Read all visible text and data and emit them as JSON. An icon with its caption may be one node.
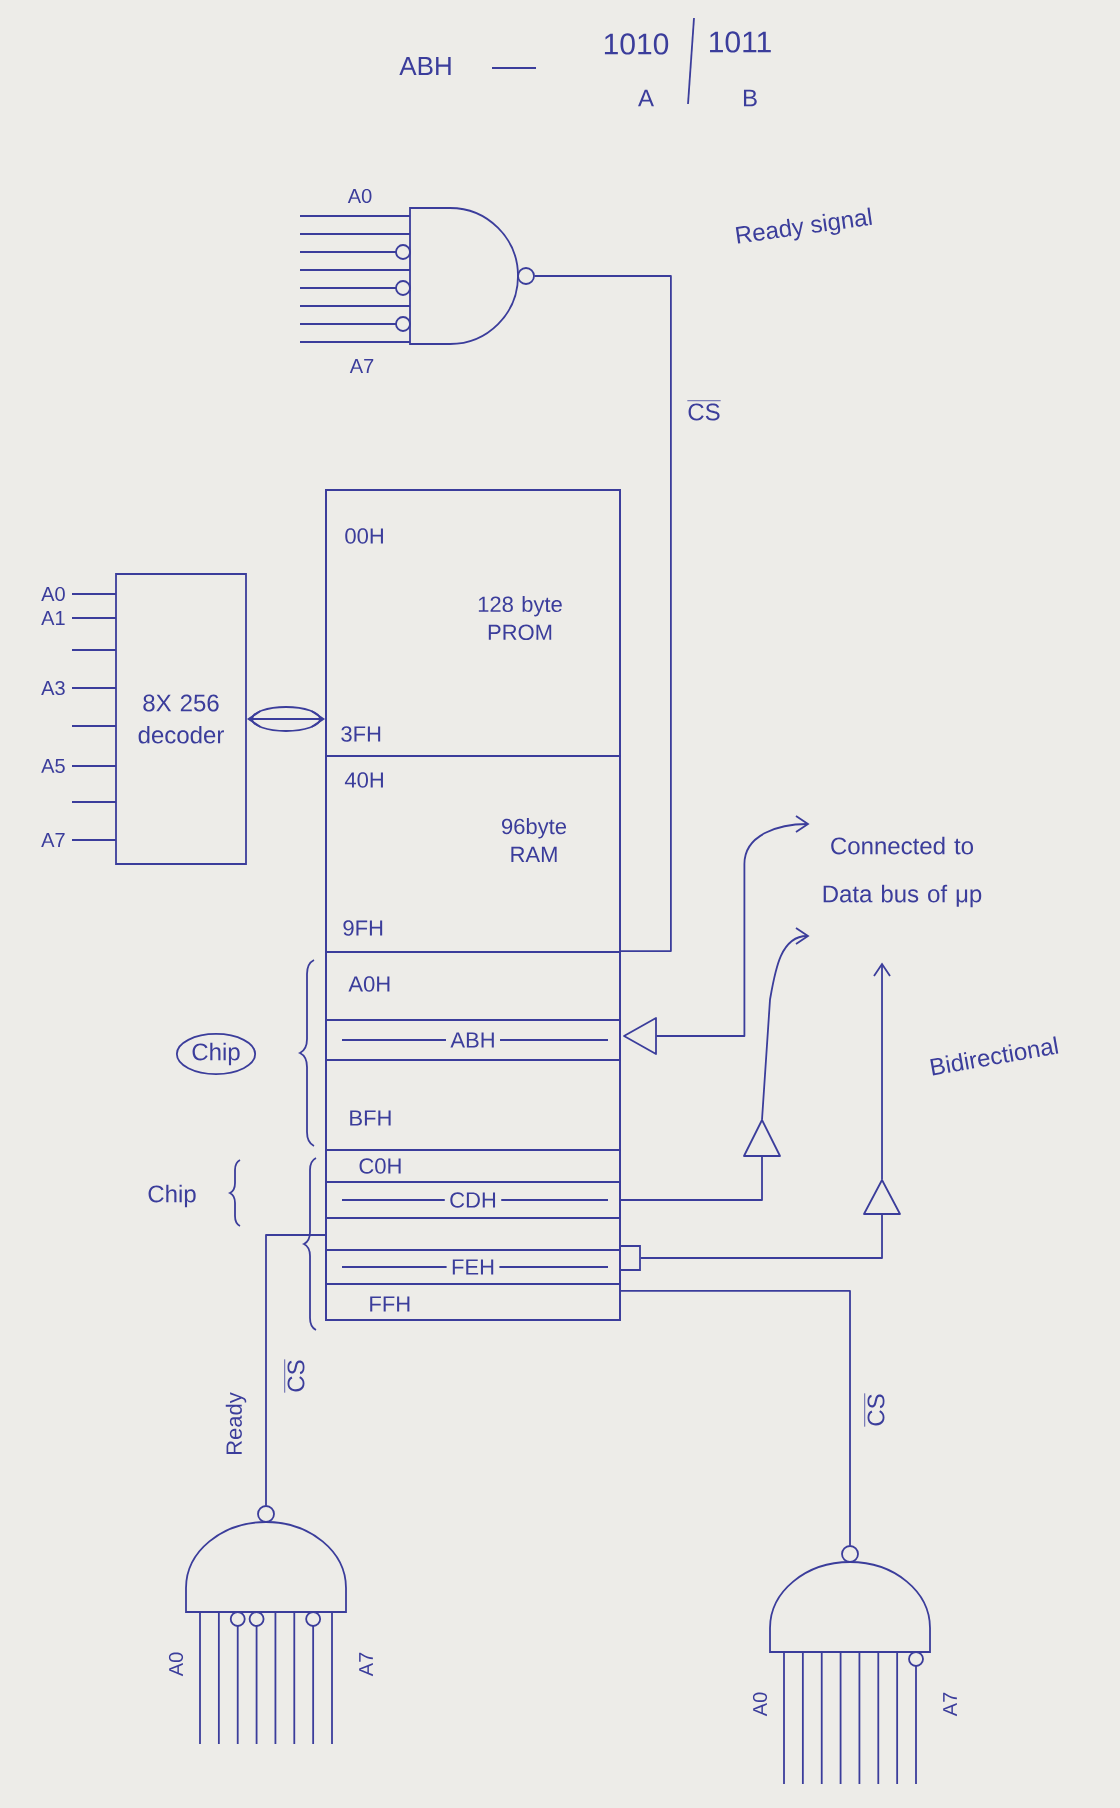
{
  "diagram": {
    "nodes": [
      {
        "text": [],
        "shape": "gate",
        "beside": [
          "A0",
          "A7"
        ]
      },
      {
        "text": [
          "8X 256 decoder"
        ]
      },
      {
        "text": [],
        "shape": "box"
      },
      {
        "text": [
          "00H",
          "128 byte PROM",
          "3FH"
        ],
        "in": 2
      },
      {
        "text": [
          "40H",
          "96byte RAM",
          "9FH"
        ],
        "in": 2
      },
      {
        "text": [
          "A0H",
          "BFH"
        ],
        "in": 2
      },
      {
        "text": [
          "ABH"
        ],
        "in": 5
      },
      {
        "text": [
          "C0H",
          "FFH"
        ],
        "in": 2
      },
      {
        "text": [
          "CDH"
        ],
        "in": 7
      },
      {
        "text": [
          "FEH"
        ],
        "in": 7
      },
      {
        "text": [
          "Connected to Data bus of μp"
        ]
      },
      {
        "text": [],
        "shape": "triangle"
      },
      {
        "text": [],
        "shape": "triangle"
      },
      {
        "text": [],
        "shape": "box"
      },
      {
        "text": [],
        "shape": "triangle"
      },
      {
        "text": [
          "Chip"
        ]
      },
      {
        "text": [],
        "shape": "gate",
        "beside": [
          "A0",
          "A7"
        ]
      },
      {
        "text": [],
        "shape": "gate",
        "beside": [
          "A0",
          "A7"
        ]
      }
    ],
    "edges": [
      {
        "from": 0,
        "to": 5,
        "arrow": "none",
        "label": "CS"
      },
      {
        "from": 1,
        "to": 2,
        "arrow": "both"
      },
      {
        "from": 11,
        "to": 10,
        "arrow": "to"
      },
      {
        "from": 8,
        "to": 12,
        "arrow": "none"
      },
      {
        "from": 12,
        "to": 10,
        "arrow": "to"
      },
      {
        "from": 13,
        "to": 14,
        "arrow": "none"
      },
      {
        "from": 14,
        "to": 10,
        "arrow": "to",
        "label": "Bidirectional"
      },
      {
        "from": 16,
        "to": 7,
        "arrow": "none",
        "label": "CS"
      },
      {
        "from": 17,
        "to": 7,
        "arrow": "none",
        "label": "CS"
      }
    ],
    "labels": [
      "ABH",
      "1010",
      "1011",
      "A",
      "B",
      "Ready signal",
      "A0",
      "A1",
      "A3",
      "A5",
      "A7",
      "Chip",
      "Ready"
    ]
  }
}
